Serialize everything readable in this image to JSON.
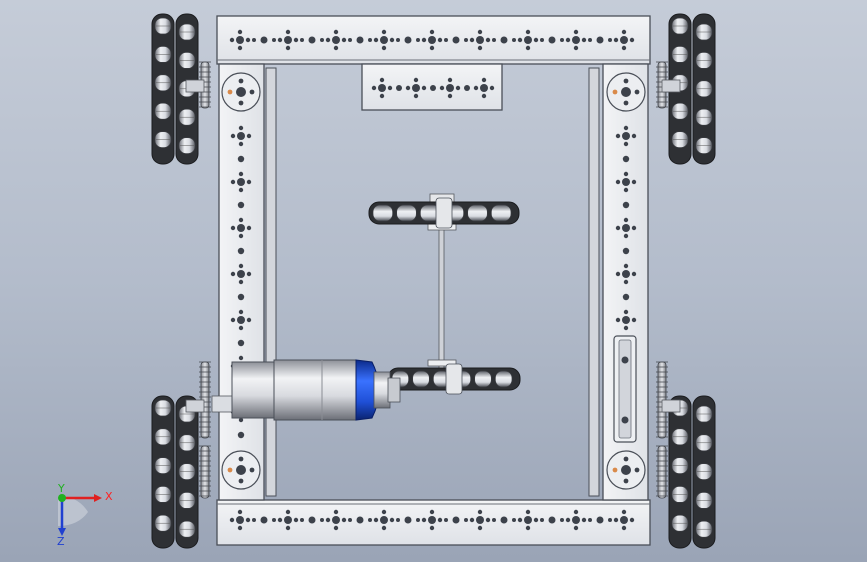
{
  "viewport": {
    "background_top": "#c5ccd8",
    "background_bottom": "#9aa4b6"
  },
  "model": {
    "frame_color": "#e6e9ee",
    "frame_edge": "#4a4f58",
    "hole_color": "#3d424b",
    "wheel_dark": "#2e3034",
    "roller_color": "#d9dce2",
    "motor_can_color": "#d8dadf",
    "motor_cap_color": "#1f4fd6",
    "accent_hub_color": "#d98a4a"
  },
  "triad": {
    "x_label": "X",
    "y_label": "Y",
    "z_label": "Z",
    "x_color": "#e02020",
    "y_color": "#20b020",
    "z_color": "#2040d0"
  }
}
